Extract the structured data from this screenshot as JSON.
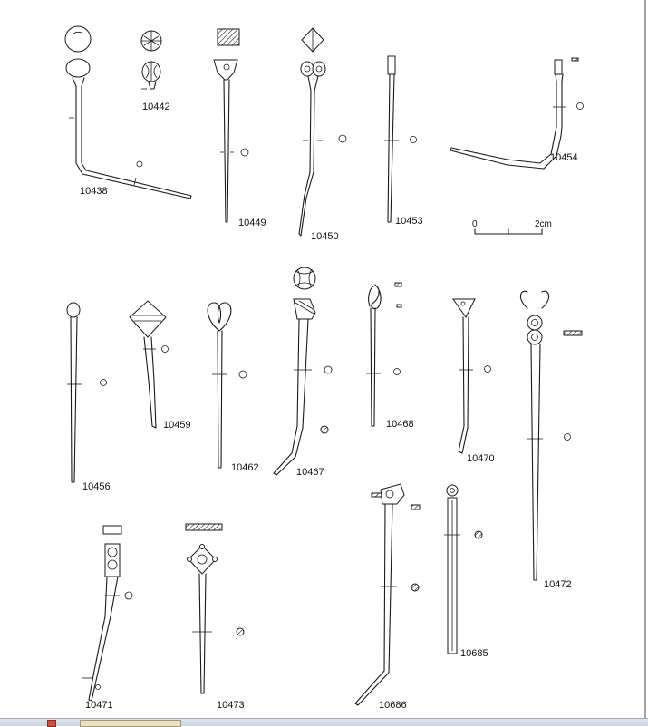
{
  "plate": {
    "labels": {
      "a": "10438",
      "b": "10442",
      "c": "10449",
      "d": "10450",
      "e": "10453",
      "f": "10454",
      "g": "10456",
      "h": "10459",
      "i": "10462",
      "j": "10467",
      "k": "10468",
      "l": "10470",
      "m": "10472",
      "n": "10471",
      "o": "10473",
      "p": "10686",
      "q": "10685"
    },
    "scale": {
      "start": "0",
      "end": "2cm"
    }
  },
  "taskbar": {
    "icons": [
      "app-icon",
      "window-button"
    ]
  }
}
